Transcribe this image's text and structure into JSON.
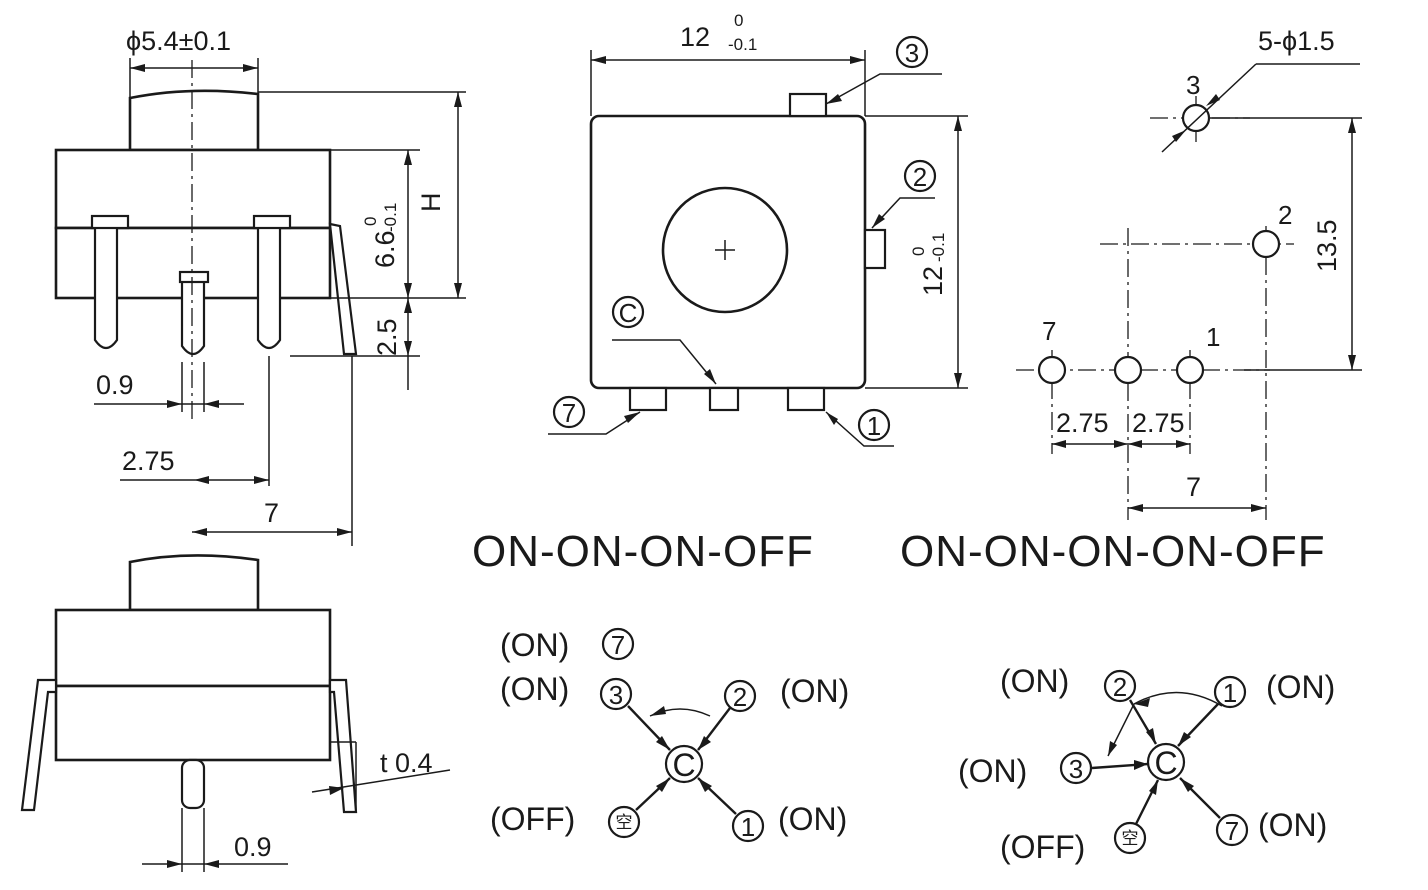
{
  "front_view": {
    "dim_diameter": "ϕ5.4±0.1",
    "dim_height_main": "6.6",
    "dim_height_sup": "0",
    "dim_height_sub": "-0.1",
    "dim_H": "H",
    "dim_pin_len": "2.5",
    "dim_pin_width": "0.9",
    "dim_pitch": "2.75",
    "dim_span": "7"
  },
  "side_view": {
    "dim_thickness": "t 0.4",
    "dim_pin_width": "0.9"
  },
  "top_view": {
    "dim_width_main": "12",
    "dim_width_sup": "0",
    "dim_width_sub": "-0.1",
    "dim_height_main": "12",
    "dim_height_sup": "0",
    "dim_height_sub": "-0.1",
    "pin_3": "3",
    "pin_2": "2",
    "pin_c": "C",
    "pin_7": "7",
    "pin_1": "1"
  },
  "footprint": {
    "holes_label": "5-ϕ1.5",
    "pin_3": "3",
    "pin_2": "2",
    "pin_7": "7",
    "pin_1": "1",
    "dim_vertical": "13.5",
    "dim_pitch_a": "2.75",
    "dim_pitch_b": "2.75",
    "dim_span": "7"
  },
  "titles": {
    "left": "ON-ON-ON-OFF",
    "right": "ON-ON-ON-ON-OFF"
  },
  "schematic_left": {
    "label_on_7": "(ON)",
    "label_on_3": "(ON)",
    "label_on_2": "(ON)",
    "label_off": "(OFF)",
    "label_on_1": "(ON)",
    "pin_7": "7",
    "pin_3": "3",
    "pin_2": "2",
    "pin_c": "C",
    "pin_empty": "空",
    "pin_1": "1"
  },
  "schematic_right": {
    "label_on_2": "(ON)",
    "label_on_1": "(ON)",
    "label_on_3": "(ON)",
    "label_off": "(OFF)",
    "label_on_7": "(ON)",
    "pin_2": "2",
    "pin_1": "1",
    "pin_3": "3",
    "pin_c": "C",
    "pin_empty": "空",
    "pin_7": "7"
  }
}
